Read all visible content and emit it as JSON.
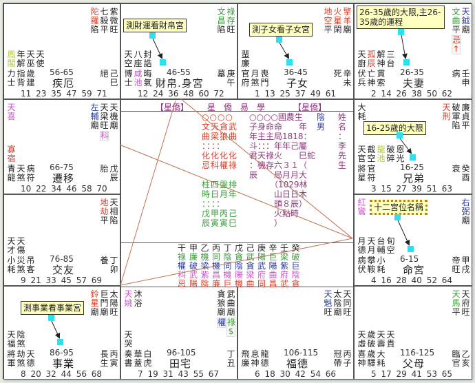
{
  "colors": {
    "red": "#d8402a",
    "green": "#3a9a3a",
    "blue": "#2a3a9a",
    "magenta": "#d050d0",
    "yellowgreen": "#b8c840",
    "purple": "#8a3a7a",
    "black": "#222222",
    "line": "#c07050",
    "cyan": "#2de0f0"
  },
  "palaces": [
    {
      "key": "si",
      "row": 0,
      "col": 0,
      "stars": [
        {
          "name": "紫微",
          "bright": "旺",
          "color": "black"
        },
        {
          "name": "七殺",
          "bright": "平",
          "color": "black"
        },
        {
          "name": "陀羅",
          "bright": "陷",
          "color": "red"
        }
      ],
      "top_minor": [],
      "minor": [
        {
          "name": "鳳閣",
          "color": "yellowgreen"
        },
        {
          "name": "年解",
          "color": "black"
        },
        {
          "name": "天巫",
          "color": "black"
        },
        {
          "name": "天使",
          "color": "black"
        }
      ],
      "gods": [
        "力士",
        "指背",
        "歲建"
      ],
      "age": "56-65",
      "name": "疾厄",
      "stage": "絕",
      "stem": "己巳",
      "nums": "11 23 35 47 59 71"
    },
    {
      "key": "wu",
      "row": 0,
      "col": 1,
      "stars": [
        {
          "name": "祿存",
          "bright": "旺",
          "color": "green"
        },
        {
          "name": "文昌",
          "bright": "陷",
          "color": "green"
        }
      ],
      "top_minor": [],
      "minor": [
        {
          "name": "天空",
          "color": "black"
        },
        {
          "name": "八座",
          "color": "black"
        },
        {
          "name": "封誥",
          "color": "black"
        }
      ],
      "gods": [
        "博士",
        "咸池",
        "晦氣"
      ],
      "god_colors": [
        "black",
        "magenta",
        "black"
      ],
      "age": "46-55",
      "name": "財帛.身宮",
      "stage": "墓",
      "stem": "庚午",
      "nums": "12 24 36 48 60 72"
    },
    {
      "key": "wei",
      "row": 0,
      "col": 2,
      "stars": [
        {
          "name": "擎羊",
          "bright": "廟",
          "color": "red"
        },
        {
          "name": "火星",
          "bright": "閑",
          "color": "red"
        },
        {
          "name": "地空",
          "bright": "平",
          "color": "red"
        }
      ],
      "top_minor": [],
      "minor": [
        {
          "name": "蜚廉",
          "color": "black"
        }
      ],
      "gods": [
        "官府",
        "月煞",
        "喪門"
      ],
      "age": "36-45",
      "name": "子女",
      "stage": "死",
      "stem": "辛未",
      "nums": "1 13 25 37 49 61"
    },
    {
      "key": "shen",
      "row": 0,
      "col": 3,
      "stars": [
        {
          "name": "天鉞",
          "bright": "廟",
          "color": "blue"
        },
        {
          "name": "文曲",
          "bright": "平",
          "color": "green",
          "mark": "忌↑",
          "mark_color": "red"
        }
      ],
      "top_minor": [],
      "minor": [
        {
          "name": "天廚",
          "color": "black"
        },
        {
          "name": "孤辰",
          "color": "red"
        },
        {
          "name": "解神",
          "color": "black"
        },
        {
          "name": "三台",
          "color": "black"
        }
      ],
      "gods": [
        "伏兵",
        "亡神",
        "貫索"
      ],
      "age": "26-35",
      "name": "夫妻",
      "stage": "病",
      "stem": "壬申",
      "nums": "2 14 26 38 50 62"
    },
    {
      "key": "chen",
      "row": 1,
      "col": 0,
      "stars": [
        {
          "name": "天機",
          "bright": "廟",
          "color": "black"
        },
        {
          "name": "天梁",
          "bright": "旺",
          "color": "black",
          "mark": "科",
          "mark_color": "magenta"
        },
        {
          "name": "左輔",
          "bright": "廟",
          "color": "blue"
        }
      ],
      "top_minor": [
        {
          "name": "天喜",
          "color": "magenta"
        }
      ],
      "minor": [
        {
          "name": "寡宿",
          "color": "red"
        }
      ],
      "gods": [
        "青龍",
        "天煞",
        "病符"
      ],
      "age": "66-75",
      "name": "遷移",
      "stage": "胎",
      "stem": "戊辰",
      "nums": "10 22 34 46 58 70"
    },
    {
      "key": "you",
      "row": 1,
      "col": 3,
      "stars": [
        {
          "name": "廉貞",
          "bright": "平",
          "color": "black"
        },
        {
          "name": "破軍",
          "bright": "陷",
          "color": "black"
        },
        {
          "name": "天刑",
          "bright": "",
          "color": "red"
        }
      ],
      "top_minor": [
        {
          "name": "大耗",
          "color": "black"
        }
      ],
      "minor": [
        {
          "name": "天官",
          "color": "black"
        },
        {
          "name": "截空",
          "color": "black"
        },
        {
          "name": "龍池",
          "color": "yellowgreen"
        },
        {
          "name": "破碎",
          "color": "black"
        },
        {
          "name": "恩光",
          "color": "black"
        }
      ],
      "gods": [
        "將星",
        "官符"
      ],
      "age": "16-25",
      "name": "兄弟",
      "stage": "衰",
      "stem": "癸酉",
      "nums": "3 15 27 39 51 63"
    },
    {
      "key": "mao",
      "row": 2,
      "col": 0,
      "stars": [
        {
          "name": "天相",
          "bright": "陷",
          "color": "black"
        },
        {
          "name": "地劫",
          "bright": "平",
          "color": "red"
        }
      ],
      "top_minor": [],
      "minor": [
        {
          "name": "天才",
          "color": "black"
        },
        {
          "name": "天傷",
          "color": "black"
        }
      ],
      "gods": [
        "小耗",
        "災煞",
        "吊客"
      ],
      "age": "76-85",
      "name": "交友",
      "stage": "養",
      "stem": "丁卯",
      "nums": "9 21 33 45 57 69"
    },
    {
      "key": "xu",
      "row": 2,
      "col": 3,
      "stars": [
        {
          "name": "右弼",
          "bright": "廟",
          "color": "blue"
        }
      ],
      "top_minor": [
        {
          "name": "紅鸞",
          "color": "magenta"
        }
      ],
      "minor": [
        {
          "name": "月德",
          "color": "black"
        },
        {
          "name": "天月",
          "color": "black"
        },
        {
          "name": "台輔",
          "color": "black"
        },
        {
          "name": "旬空",
          "color": "black"
        }
      ],
      "gods": [
        "病伏",
        "攀鞍",
        "小耗"
      ],
      "age": "6-15",
      "name": "命宮",
      "stage": "帝旺",
      "stem": "甲戌",
      "nums": "4 16 28 40 52 64"
    },
    {
      "key": "yin",
      "row": 3,
      "col": 0,
      "stars": [
        {
          "name": "太陽",
          "bright": "旺",
          "color": "black"
        },
        {
          "name": "巨門",
          "bright": "廟",
          "color": "black"
        },
        {
          "name": "鈴星",
          "bright": "廟",
          "color": "red"
        }
      ],
      "top_minor": [],
      "minor": [
        {
          "name": "天福",
          "color": "black"
        },
        {
          "name": "陰煞",
          "color": "black"
        }
      ],
      "gods": [
        "將軍",
        "劫煞",
        "天德"
      ],
      "age": "86-95",
      "name": "事業",
      "stage": "長生",
      "stem": "丙寅",
      "nums": "8 20 32 44 56 68"
    },
    {
      "key": "chou",
      "row": 3,
      "col": 1,
      "stars": [
        {
          "name": "武曲",
          "bright": "廟",
          "color": "black",
          "mark": "祿$",
          "mark_color": "green"
        },
        {
          "name": "貪狼",
          "bright": "廟",
          "color": "black",
          "mark": "權",
          "mark_color": "blue"
        }
      ],
      "top_minor": [
        {
          "name": "天姚",
          "color": "magenta"
        },
        {
          "name": "沐浴",
          "color": "black"
        }
      ],
      "minor": [
        {
          "name": "天哭",
          "color": "black"
        }
      ],
      "gods": [
        "奏書",
        "華蓋",
        "白虎"
      ],
      "age": "96-105",
      "name": "田宅",
      "stage": "",
      "stem": "丁丑",
      "nums": "7 19 31 43 55 67"
    },
    {
      "key": "zi",
      "row": 3,
      "col": 2,
      "stars": [
        {
          "name": "天同",
          "bright": "旺",
          "color": "black"
        },
        {
          "name": "太陰",
          "bright": "廟",
          "color": "black"
        },
        {
          "name": "天魁",
          "bright": "旺",
          "color": "blue"
        }
      ],
      "top_minor": [],
      "minor": [],
      "gods": [
        "飛廉",
        "息神",
        "龍德"
      ],
      "age": "106-115",
      "name": "福德",
      "stage": "冠帶",
      "stem": "丙子",
      "nums": "6 18 30 42 54 66"
    },
    {
      "key": "hai",
      "row": 3,
      "col": 3,
      "stars": [
        {
          "name": "天府",
          "bright": "旺",
          "color": "black"
        },
        {
          "name": "天馬",
          "bright": "平",
          "color": "green"
        }
      ],
      "top_minor": [],
      "minor": [
        {
          "name": "天虛",
          "color": "black"
        },
        {
          "name": "歲破",
          "color": "black"
        },
        {
          "name": "天壽",
          "color": "black"
        },
        {
          "name": "天貴",
          "color": "black"
        }
      ],
      "gods": [
        "喜神",
        "歲驛",
        "大耗"
      ],
      "age": "116-125",
      "name": "父母",
      "stage": "臨官",
      "stem": "乙亥",
      "nums": "5 17 29 41 53 65"
    }
  ],
  "center": {
    "header": {
      "left": "【星僑】",
      "title": "星　僑　易　學",
      "right": "【星僑】"
    },
    "info_rows": [
      {
        "a": "○○○○",
        "a_color": "red",
        "b": "○○○○國農生",
        "c": "陰",
        "d": "姓"
      },
      {
        "a": "文天貪武",
        "a_color": "red",
        "b": "子身命命　　年",
        "c": "男",
        "d": "名"
      },
      {
        "a": "曲梁狼曲",
        "a_color": "red",
        "b": "年主主局1818：",
        "c": "",
        "d": "："
      },
      {
        "a": "：：：：",
        "a_color": "red",
        "b": "斗：：：年年己屬",
        "c": "",
        "d": "李"
      },
      {
        "a": "化化化化",
        "a_color": "red",
        "b": "君天祿火　　巳蛇",
        "c": "",
        "d": "先"
      },
      {
        "a": "忌科權祿",
        "a_color": "red",
        "b": "：機存六３１（",
        "c": "",
        "d": "生"
      },
      {
        "a": "",
        "a_color": "red",
        "b": "辰　　局月月大",
        "c": "",
        "d": ""
      },
      {
        "a": "柱四盤排",
        "a_color": "green",
        "b": "　　　（1029林",
        "c": "",
        "d": ""
      },
      {
        "a": "時日月年",
        "a_color": "green",
        "b": "　　　山日日木",
        "c": "",
        "d": ""
      },
      {
        "a": "：：：：",
        "a_color": "green",
        "b": "　　　頭８辰）",
        "c": "",
        "d": ""
      },
      {
        "a": "戊甲丙己",
        "a_color": "green",
        "b": "　　　火點時",
        "c": "",
        "d": ""
      },
      {
        "a": "辰寅寅巳",
        "a_color": "green",
        "b": "　　　）",
        "c": "",
        "d": ""
      }
    ],
    "sihua": [
      {
        "label": "干",
        "cells": [
          "甲",
          "乙",
          "丙",
          "丁",
          "戊",
          "己",
          "庚",
          "辛",
          "壬",
          "癸"
        ],
        "color": "black"
      },
      {
        "label": "祿",
        "cells": [
          "廉",
          "機",
          "同",
          "陰",
          "貪",
          "武",
          "陽",
          "巨",
          "梁",
          "破"
        ],
        "color": "green"
      },
      {
        "label": "權",
        "cells": [
          "破",
          "梁",
          "機",
          "同",
          "陰",
          "貪",
          "武",
          "陽",
          "紫",
          "巨"
        ],
        "color": "blue"
      },
      {
        "label": "科",
        "cells": [
          "武",
          "紫",
          "昌",
          "機",
          "陽",
          "梁",
          "府",
          "曲",
          "府",
          "陰"
        ],
        "color": "magenta"
      },
      {
        "label": "忌",
        "cells": [
          "陽",
          "陰",
          "廉",
          "巨",
          "機",
          "曲",
          "同",
          "昌",
          "武",
          "貪"
        ],
        "color": "red"
      }
    ]
  },
  "callouts": [
    {
      "text": "測財運看財帛宮"
    },
    {
      "text": "測子女看子女宮"
    },
    {
      "text": "26-35歲的大限,主26-35歲的運程"
    },
    {
      "text": "16-25歲的大限"
    },
    {
      "text": "十二宮位名稱"
    },
    {
      "text": "測事業看事業宮"
    }
  ]
}
